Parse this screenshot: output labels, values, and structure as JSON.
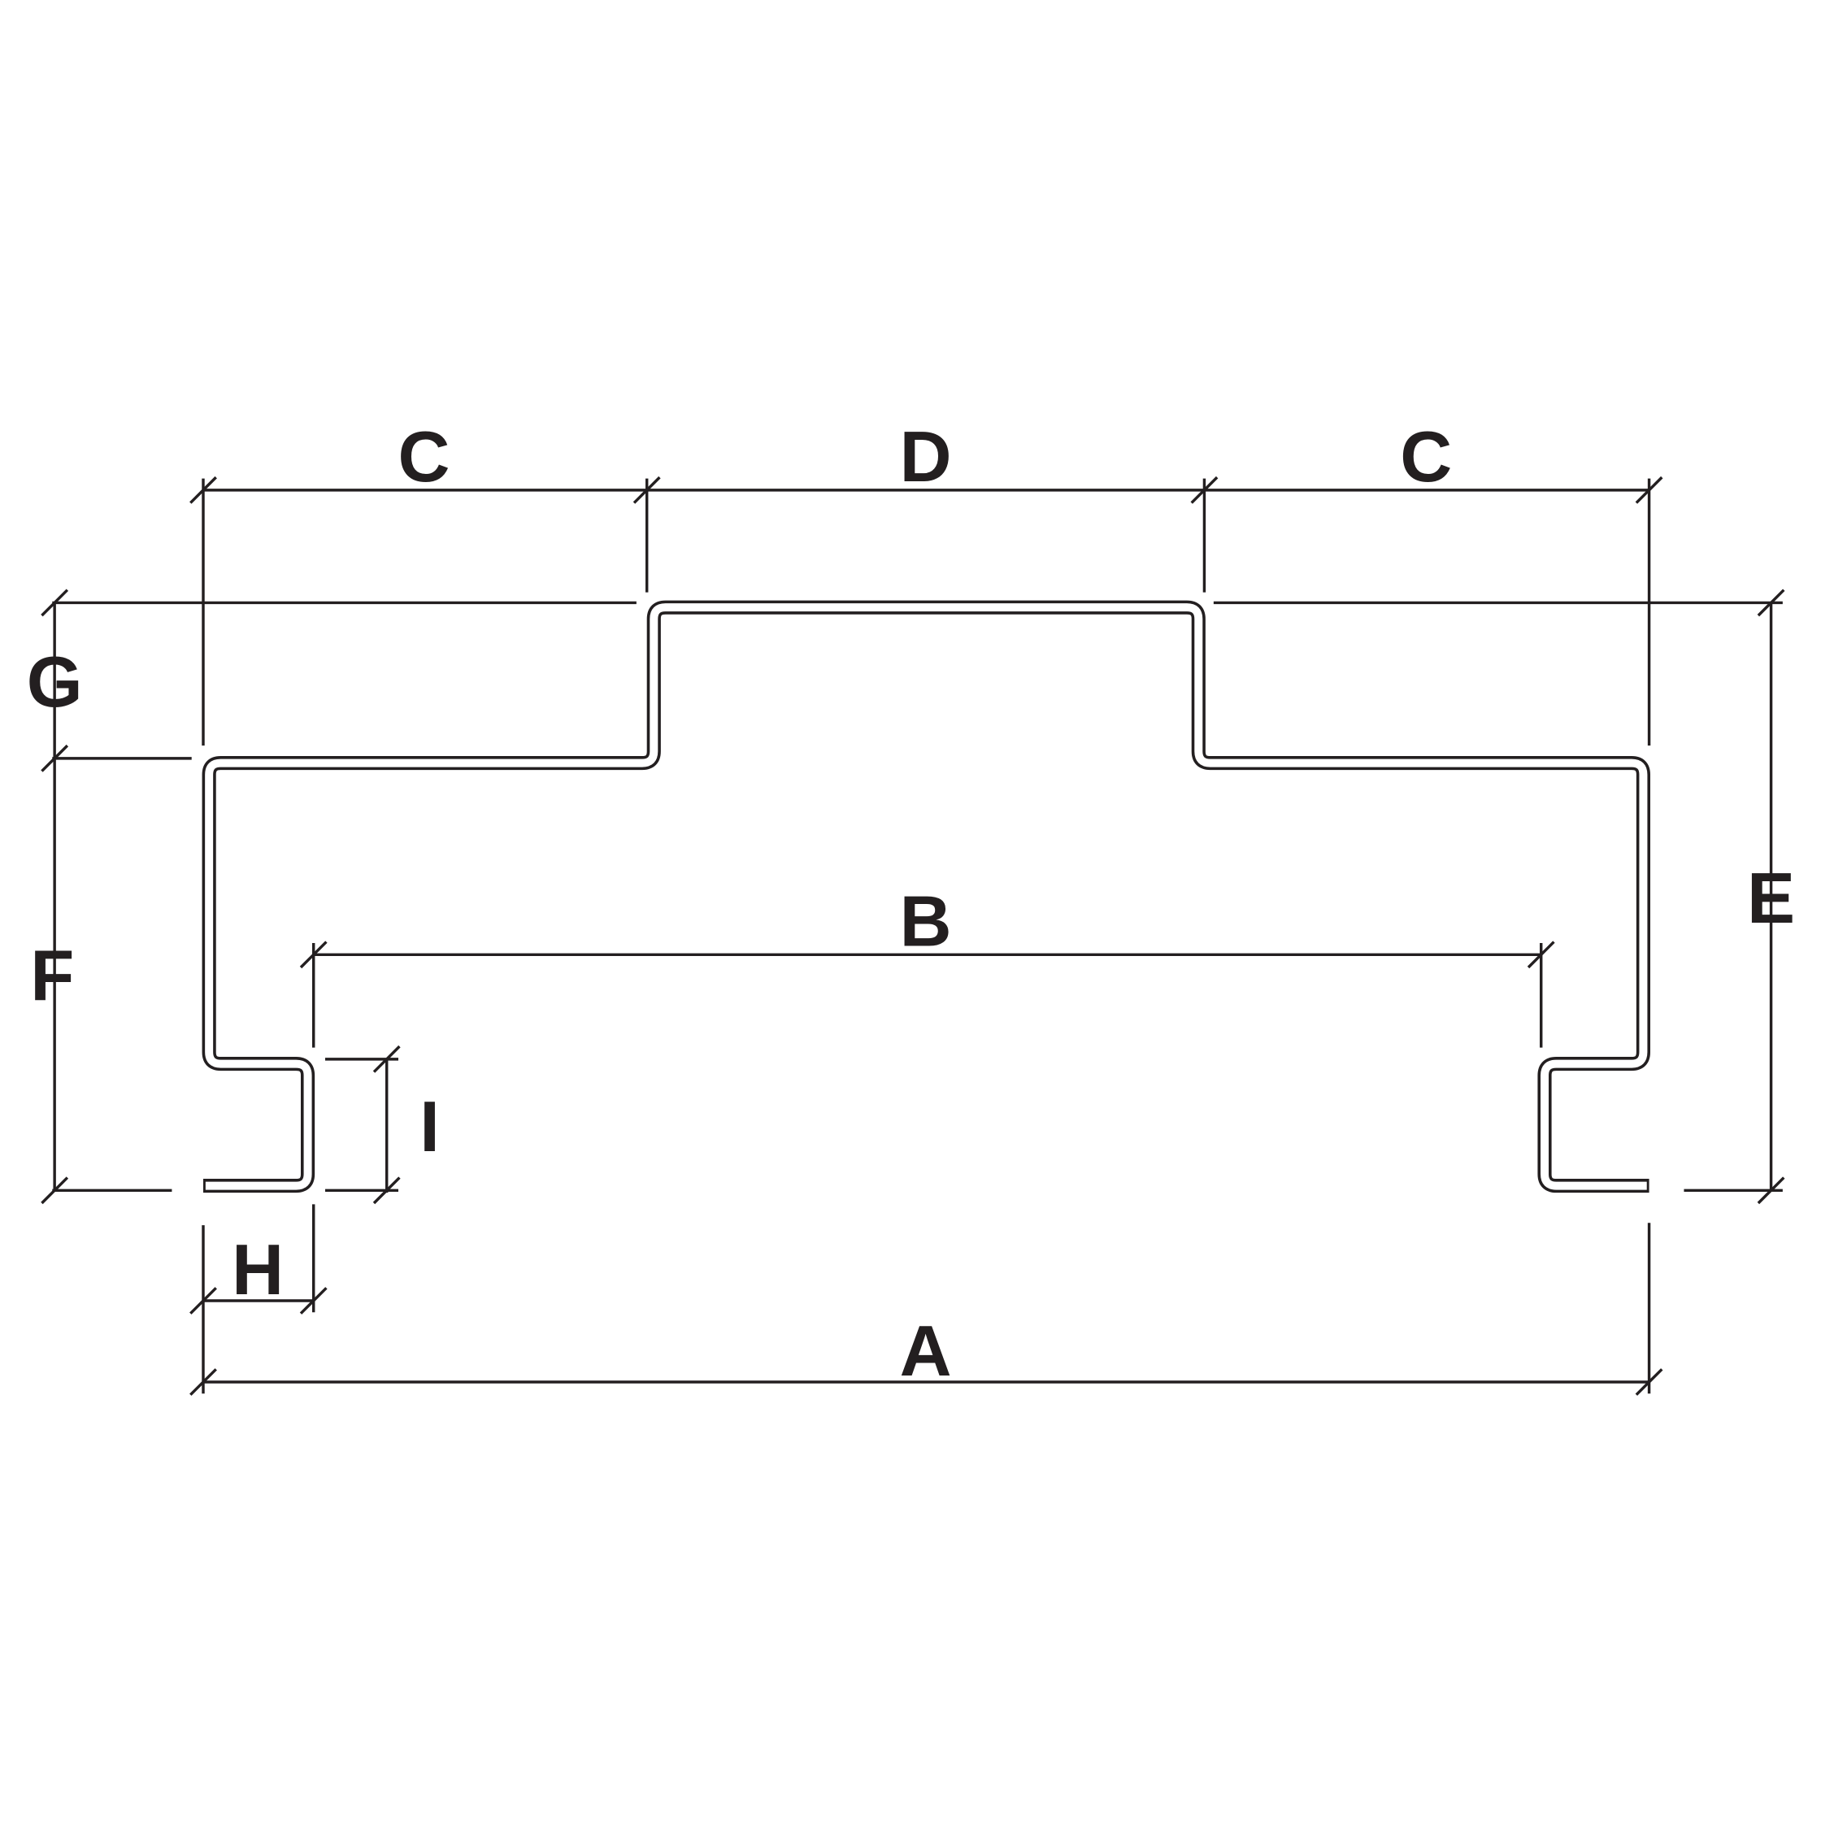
{
  "diagram": {
    "title": "Hat-channel profile dimension diagram",
    "line_color": "#231f20",
    "background": "#ffffff",
    "labels": {
      "c_left": "C",
      "d": "D",
      "c_right": "C",
      "g": "G",
      "f": "F",
      "e": "E",
      "b": "B",
      "i": "I",
      "h": "H",
      "a": "A"
    }
  }
}
